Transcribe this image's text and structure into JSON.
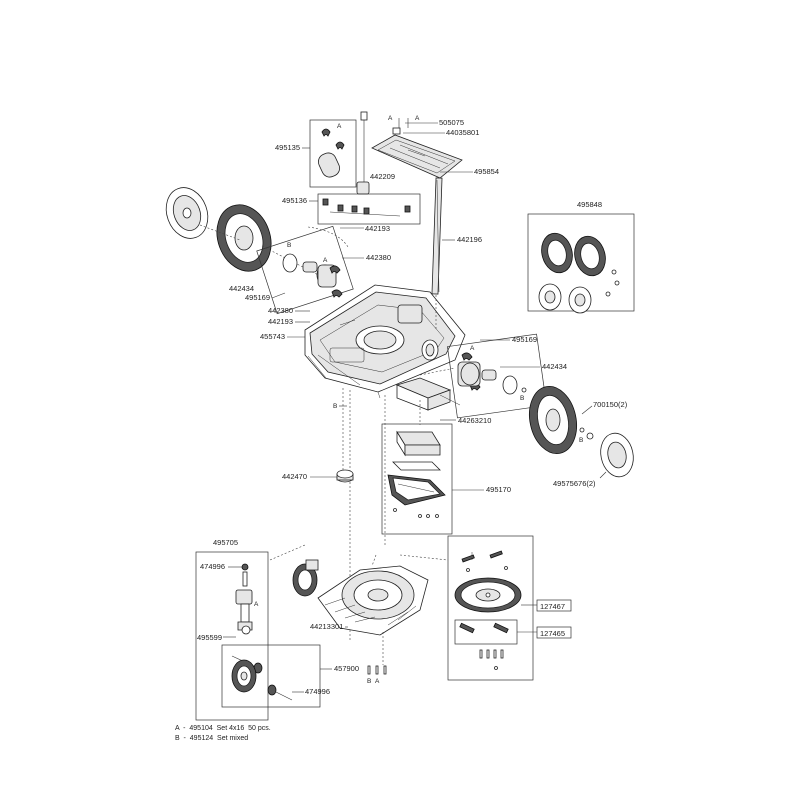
{
  "labels": {
    "l505075": "505075",
    "l44035801": "44035801",
    "l495854": "495854",
    "l495135": "495135",
    "l442209": "442209",
    "l495136": "495136",
    "l442193a": "442193",
    "l442196": "442196",
    "l442380a": "442380",
    "l442434a": "442434",
    "l495169a": "495169",
    "l442380b": "442380",
    "l442193b": "442193",
    "l455743": "455743",
    "l495848": "495848",
    "l495169b": "495169",
    "l442434b": "442434",
    "l700150": "700150(2)",
    "l44263210": "44263210",
    "l49575676": "49575676(2)",
    "l442470": "442470",
    "l495170": "495170",
    "l495705": "495705",
    "l474996a": "474996",
    "l495599": "495599",
    "l457900": "457900",
    "l474996b": "474996",
    "l44213301": "44213301",
    "l127467": "127467",
    "l127465": "127465"
  },
  "markers": {
    "A": "A",
    "B": "B"
  },
  "legend": {
    "line_a": "A  -  495104  Set 4x16  50 pcs.",
    "line_b": "B  -  495124  Set mixed"
  }
}
